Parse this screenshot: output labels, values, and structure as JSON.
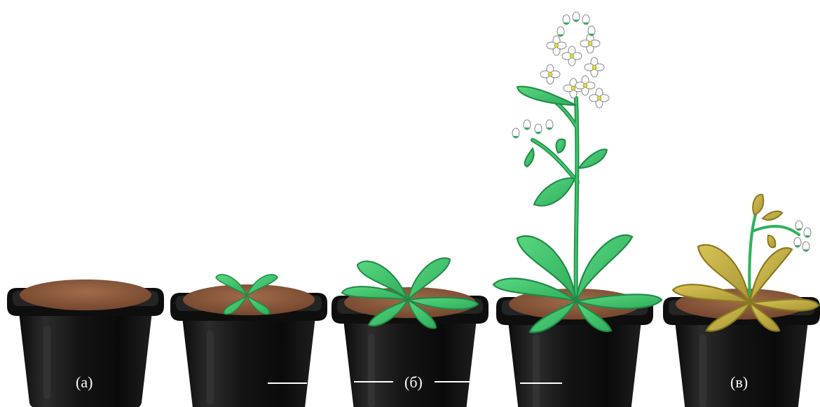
{
  "labels": {
    "a": "(а)",
    "b": "(б)",
    "c": "(в)"
  },
  "colors": {
    "pot": "#111111",
    "pot_highlight": "#3a3a3a",
    "soil": "#8b5a3c",
    "leaf_green": "#3cc46a",
    "leaf_outline": "#1f8a46",
    "stem_green": "#2eb35c",
    "leaf_senescent": "#c9b23a",
    "leaf_senescent_outline": "#8a7a1f",
    "petal": "#ffffff",
    "petal_outline": "#8a8a8a",
    "flower_center": "#e6d84a",
    "divider": "#ffffff"
  }
}
